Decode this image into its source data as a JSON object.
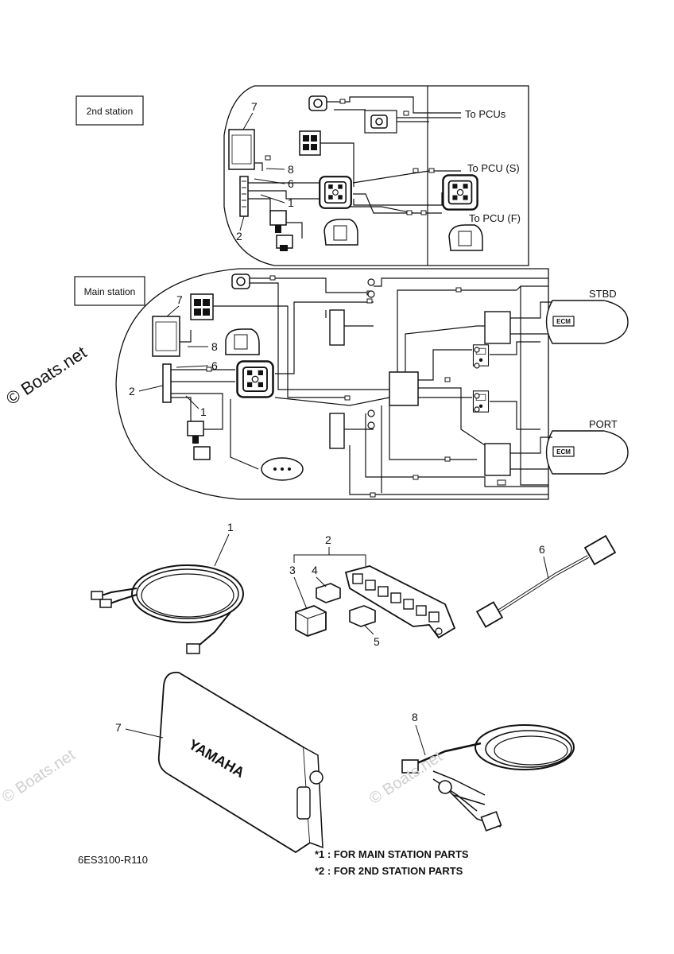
{
  "stations": {
    "second": {
      "label": "2nd station"
    },
    "main": {
      "label": "Main station"
    }
  },
  "destinations": {
    "to_pcus": "To PCUs",
    "to_pcu_s": "To PCU (S)",
    "to_pcu_f": "To PCU (F)"
  },
  "engines": {
    "stbd": "STBD",
    "port": "PORT",
    "ecm": "ECM"
  },
  "callouts": {
    "second_station": [
      "7",
      "8",
      "6",
      "1",
      "2"
    ],
    "main_station": [
      "7",
      "8",
      "6",
      "2",
      "1"
    ],
    "parts": [
      "1",
      "2",
      "3",
      "4",
      "5",
      "6",
      "7",
      "8"
    ]
  },
  "display_brand": "YAMAHA",
  "part_number": "6ES3100-R110",
  "footnotes": {
    "note1": "*1 : FOR MAIN STATION PARTS",
    "note2": "*2 : FOR 2ND STATION PARTS"
  },
  "watermark": {
    "main": "© Boats.net",
    "faint": "© Boats.net"
  }
}
